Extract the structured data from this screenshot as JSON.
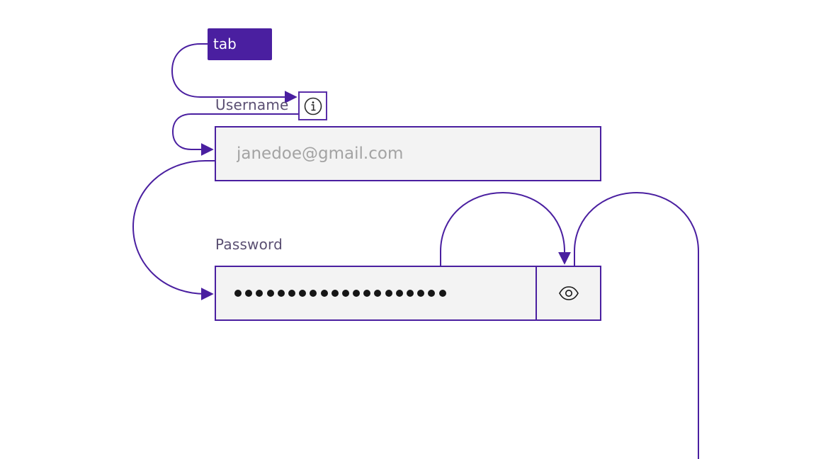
{
  "diagram": {
    "start_chip": {
      "label": "tab"
    },
    "accent_color": "#4a1fa0",
    "flow_order": [
      "tab",
      "username-info-icon",
      "username-field",
      "password-field",
      "password-visibility-toggle",
      "next-element-offscreen"
    ]
  },
  "form": {
    "username": {
      "label": "Username",
      "info_icon": "info-icon",
      "placeholder": "janedoe@gmail.com",
      "value": ""
    },
    "password": {
      "label": "Password",
      "masked_value": "••••••••••••••••••••",
      "masked_length": 20,
      "toggle_icon": "eye-icon"
    }
  }
}
